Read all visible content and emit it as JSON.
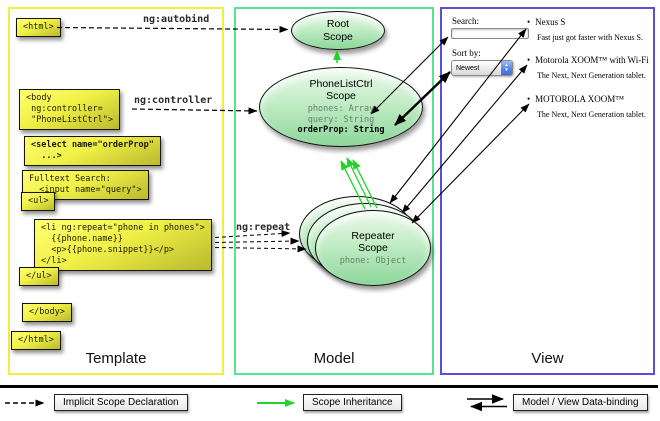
{
  "sections": {
    "template": {
      "label": "Template"
    },
    "model": {
      "label": "Model"
    },
    "view": {
      "label": "View"
    }
  },
  "annotations": {
    "autobind": "ng:autobind",
    "controller": "ng:controller",
    "repeat": "ng:repeat"
  },
  "template_boxes": {
    "html_open": "<html>",
    "body_open": "<body\n ng:controller=\n \"PhoneListCtrl\">",
    "select": "<select name=\"orderProp\"\n  ...>",
    "fulltext": "Fulltext Search:\n  <input name=\"query\">",
    "ul_open": "<ul>",
    "li_repeat": "<li ng:repeat=\"phone in phones\">\n  {{phone.name}}\n  <p>{{phone.snippet}}</p>\n</li>",
    "ul_close": "</ul>",
    "body_close": "</body>",
    "html_close": "</html>"
  },
  "model_nodes": {
    "root_scope": {
      "title": "Root\nScope"
    },
    "phonelist_scope": {
      "title": "PhoneListCtrl\nScope",
      "props": "phones: Array\nquery: String",
      "bold_prop": "orderProp: String"
    },
    "repeater_scope": {
      "title": "Repeater\nScope",
      "prop": "phone: Object"
    }
  },
  "view_panel": {
    "search_label": "Search:",
    "sort_label": "Sort by:",
    "sort_value": "Newest",
    "items": [
      {
        "name": "Nexus S",
        "desc": "Fast just got faster with Nexus S."
      },
      {
        "name": "Motorola XOOM™ with Wi-Fi",
        "desc": "The Next, Next Generation tablet."
      },
      {
        "name": "MOTOROLA XOOM™",
        "desc": "The Next, Next Generation tablet."
      }
    ]
  },
  "legend": {
    "implicit": "Implicit Scope Declaration",
    "inheritance": "Scope Inheritance",
    "databinding": "Model / View Data-binding"
  },
  "colors": {
    "template-border": "#f2ee3e",
    "model-border": "#57e391",
    "view-border": "#5a50d7",
    "scope-green": "#8cd79a",
    "arrow-green": "#21d32b"
  }
}
